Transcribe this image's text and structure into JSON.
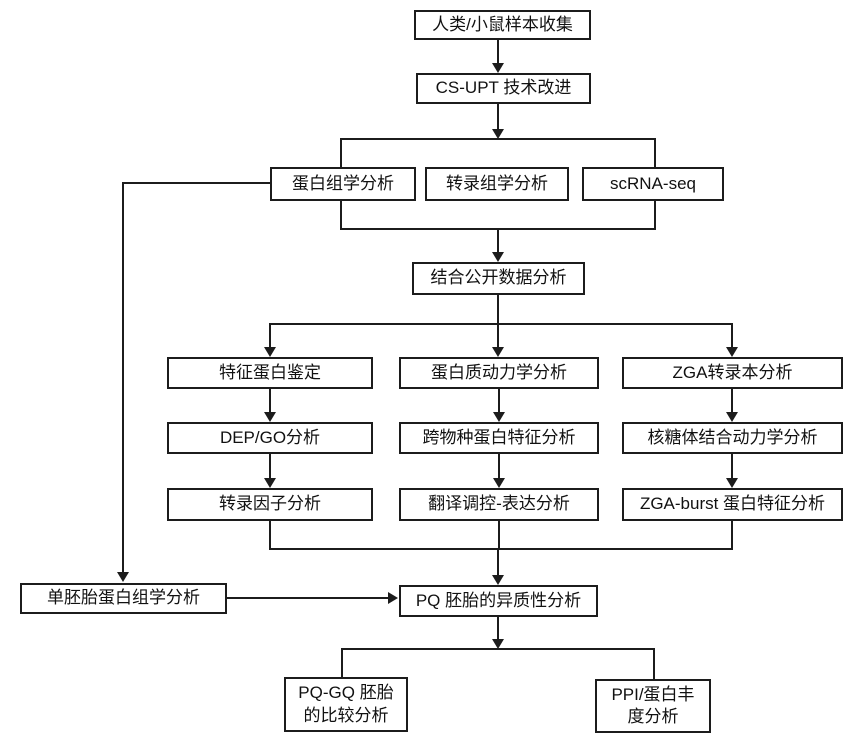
{
  "diagram": {
    "colors": {
      "line": "#1c1c1c",
      "background": "#ffffff",
      "text": "#111111"
    },
    "nodes": {
      "sample_collection": "人类/小鼠样本收集",
      "cs_upt": "CS-UPT 技术改进",
      "proteomics": "蛋白组学分析",
      "transcriptomics": "转录组学分析",
      "scrna_seq": "scRNA-seq",
      "public_data": "结合公开数据分析",
      "feature_protein": "特征蛋白鉴定",
      "dep_go": "DEP/GO分析",
      "tf_analysis": "转录因子分析",
      "protein_dynamics": "蛋白质动力学分析",
      "cross_species": "跨物种蛋白特征分析",
      "translation_reg": "翻译调控-表达分析",
      "zga_transcript": "ZGA转录本分析",
      "ribosome_binding": "核糖体结合动力学分析",
      "zga_burst": "ZGA-burst 蛋白特征分析",
      "single_embryo": "单胚胎蛋白组学分析",
      "pq_heterogeneity": "PQ 胚胎的异质性分析",
      "pq_gq_compare": "PQ-GQ 胚胎\n的比较分析",
      "ppi_abundance": "PPI/蛋白丰\n度分析"
    },
    "edges": [
      {
        "from": "sample_collection",
        "to": "cs_upt"
      },
      {
        "from": "cs_upt",
        "to": "omics_hub"
      },
      {
        "from": "omics_hub",
        "to": "public_data"
      },
      {
        "from": "public_data",
        "to": "feature_protein"
      },
      {
        "from": "public_data",
        "to": "protein_dynamics"
      },
      {
        "from": "public_data",
        "to": "zga_transcript"
      },
      {
        "from": "feature_protein",
        "to": "dep_go"
      },
      {
        "from": "dep_go",
        "to": "tf_analysis"
      },
      {
        "from": "protein_dynamics",
        "to": "cross_species"
      },
      {
        "from": "cross_species",
        "to": "translation_reg"
      },
      {
        "from": "zga_transcript",
        "to": "ribosome_binding"
      },
      {
        "from": "ribosome_binding",
        "to": "zga_burst"
      },
      {
        "from": "tf_analysis",
        "to": "pq_heterogeneity"
      },
      {
        "from": "translation_reg",
        "to": "pq_heterogeneity"
      },
      {
        "from": "zga_burst",
        "to": "pq_heterogeneity"
      },
      {
        "from": "proteomics",
        "to": "single_embryo"
      },
      {
        "from": "single_embryo",
        "to": "pq_heterogeneity"
      },
      {
        "from": "pq_heterogeneity",
        "to": "pq_gq_compare"
      },
      {
        "from": "pq_heterogeneity",
        "to": "ppi_abundance"
      }
    ]
  }
}
